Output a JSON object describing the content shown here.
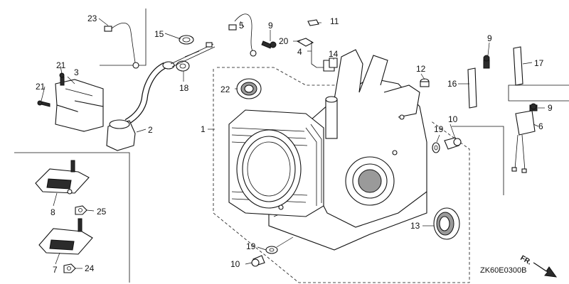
{
  "diagram": {
    "code": "ZK60E0300B",
    "direction_label": "FR.",
    "callouts": {
      "c1": "1",
      "c2": "2",
      "c3": "3",
      "c4": "4",
      "c5": "5",
      "c6": "6",
      "c7": "7",
      "c8": "8",
      "c9a": "9",
      "c9b": "9",
      "c9c": "9",
      "c10a": "10",
      "c10b": "10",
      "c11": "11",
      "c12": "12",
      "c13": "13",
      "c14": "14",
      "c15": "15",
      "c16": "16",
      "c17": "17",
      "c18": "18",
      "c19a": "19",
      "c19b": "19",
      "c20": "20",
      "c21a": "21",
      "c21b": "21",
      "c22": "22",
      "c23": "23",
      "c24": "24",
      "c25": "25"
    }
  }
}
